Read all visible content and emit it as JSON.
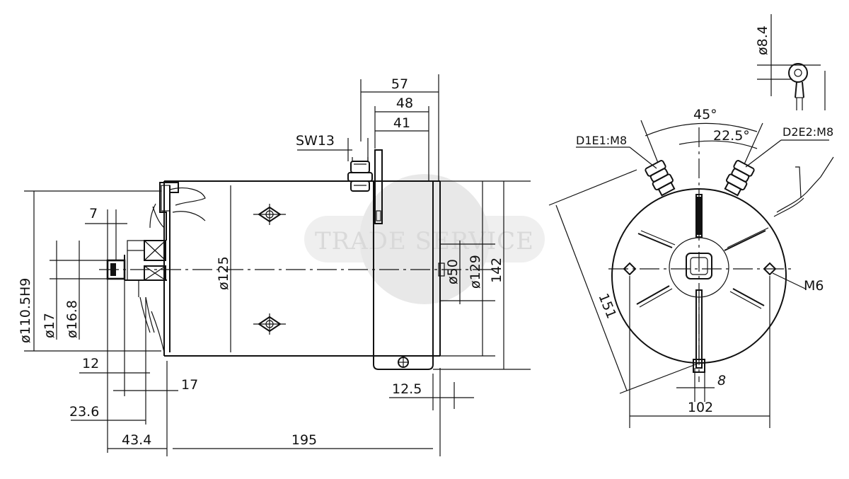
{
  "watermark": {
    "text": "TRADE SERVICE",
    "circle_color": "#e0e0e0",
    "text_color": "#d9d9d9"
  },
  "side_view": {
    "dims": {
      "d57": "57",
      "d48": "48",
      "d41": "41",
      "sw13": "SW13",
      "d7": "7",
      "d12": "12",
      "d17": "17",
      "d236": "23.6",
      "d434": "43.4",
      "d195": "195",
      "d125": "ø125",
      "d50": "ø50",
      "d129": "ø129",
      "d142": "142",
      "d110": "ø110.5H9",
      "d17dia": "ø17",
      "d168": "ø16.8",
      "d125b": "12.5"
    }
  },
  "end_view": {
    "dims": {
      "d84": "ø8.4",
      "angle45": "45°",
      "angle225": "22.5°",
      "term_left": "D1E1:M8",
      "term_right": "D2E2:M8",
      "m6": "M6",
      "d151": "151",
      "d8": "8",
      "d102": "102"
    }
  }
}
